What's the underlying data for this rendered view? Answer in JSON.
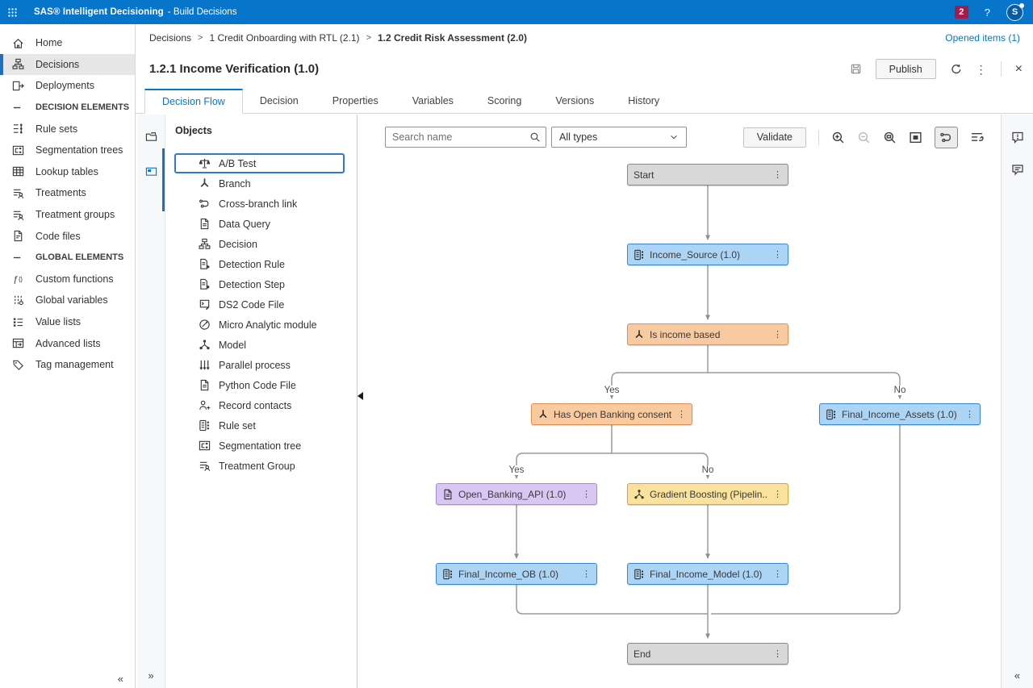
{
  "icons": {
    "kebab": "⋮",
    "close": "×",
    "chevrons_left": "«",
    "chevrons_right": "»",
    "help": "?",
    "breadcrumb_separator": ">"
  },
  "app_bar": {
    "product": "SAS® Intelligent Decisioning",
    "context": "- Build Decisions",
    "notification_count": "2",
    "avatar_initial": "S"
  },
  "breadcrumb": {
    "items": [
      "Decisions",
      "1 Credit Onboarding with RTL (2.1)",
      "1.2 Credit Risk Assessment (2.0)"
    ],
    "opened_items_link": "Opened items (1)"
  },
  "page": {
    "title": "1.2.1 Income Verification (1.0)",
    "publish_label": "Publish"
  },
  "tabs": [
    {
      "label": "Decision Flow",
      "active": true
    },
    {
      "label": "Decision"
    },
    {
      "label": "Properties"
    },
    {
      "label": "Variables"
    },
    {
      "label": "Scoring"
    },
    {
      "label": "Versions"
    },
    {
      "label": "History"
    }
  ],
  "sidebar": {
    "items": [
      {
        "label": "Home",
        "type": "item"
      },
      {
        "label": "Decisions",
        "type": "item",
        "selected": true
      },
      {
        "label": "Deployments",
        "type": "item"
      },
      {
        "label": "DECISION ELEMENTS",
        "type": "section"
      },
      {
        "label": "Rule sets",
        "type": "item"
      },
      {
        "label": "Segmentation trees",
        "type": "item"
      },
      {
        "label": "Lookup tables",
        "type": "item"
      },
      {
        "label": "Treatments",
        "type": "item"
      },
      {
        "label": "Treatment groups",
        "type": "item"
      },
      {
        "label": "Code files",
        "type": "item"
      },
      {
        "label": "GLOBAL ELEMENTS",
        "type": "section"
      },
      {
        "label": "Custom functions",
        "type": "item"
      },
      {
        "label": "Global variables",
        "type": "item"
      },
      {
        "label": "Value lists",
        "type": "item"
      },
      {
        "label": "Advanced lists",
        "type": "item"
      },
      {
        "label": "Tag management",
        "type": "item"
      }
    ]
  },
  "objects_panel": {
    "title": "Objects",
    "items": [
      {
        "label": "A/B Test",
        "selected": true
      },
      {
        "label": "Branch"
      },
      {
        "label": "Cross-branch link"
      },
      {
        "label": "Data Query"
      },
      {
        "label": "Decision"
      },
      {
        "label": "Detection Rule"
      },
      {
        "label": "Detection Step"
      },
      {
        "label": "DS2 Code File"
      },
      {
        "label": "Micro Analytic module"
      },
      {
        "label": "Model"
      },
      {
        "label": "Parallel process"
      },
      {
        "label": "Python Code File"
      },
      {
        "label": "Record contacts"
      },
      {
        "label": "Rule set"
      },
      {
        "label": "Segmentation tree"
      },
      {
        "label": "Treatment Group"
      }
    ]
  },
  "canvas_toolbar": {
    "search_placeholder": "Search name",
    "type_filter_value": "All types",
    "validate_label": "Validate"
  },
  "flow": {
    "nodes": [
      {
        "label": "Start",
        "kind": "terminal"
      },
      {
        "label": "Income_Source (1.0)",
        "kind": "rule-set"
      },
      {
        "label": "Is income based",
        "kind": "branch"
      },
      {
        "label": "Has Open Banking consent",
        "kind": "branch"
      },
      {
        "label": "Final_Income_Assets (1.0)",
        "kind": "rule-set"
      },
      {
        "label": "Open_Banking_API (1.0)",
        "kind": "data-query"
      },
      {
        "label": "Gradient Boosting (Pipelin...",
        "kind": "model"
      },
      {
        "label": "Final_Income_OB (1.0)",
        "kind": "rule-set"
      },
      {
        "label": "Final_Income_Model (1.0)",
        "kind": "rule-set"
      },
      {
        "label": "End",
        "kind": "terminal"
      }
    ],
    "edge_labels": [
      "Yes",
      "No",
      "Yes",
      "No"
    ]
  },
  "colors": {
    "accent": "#0378cd",
    "app_bar": "#0775c9",
    "badge": "#a6194b",
    "node_terminal": "#d8d8d8",
    "node_rule_set": "#abd4f5",
    "node_branch": "#f9c9a0",
    "node_data_query": "#d9c6f3",
    "node_model": "#fae29d",
    "edge": "#9a9a9a"
  }
}
